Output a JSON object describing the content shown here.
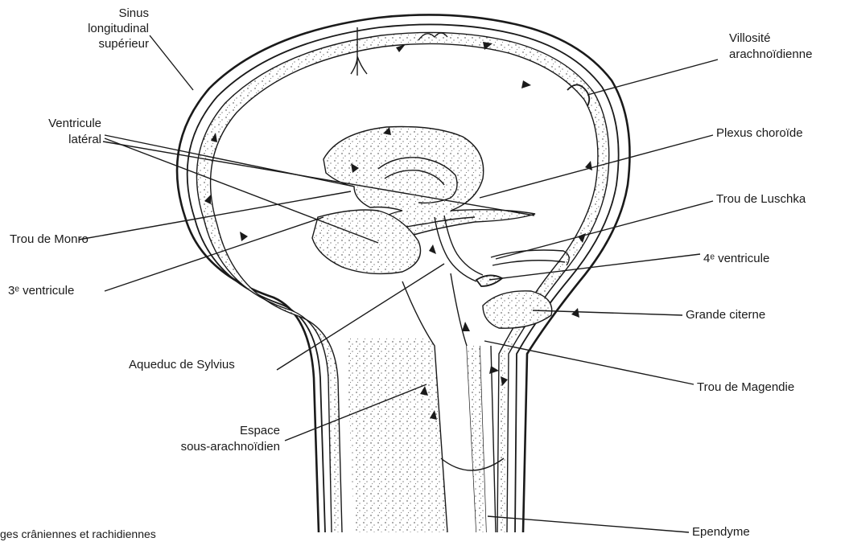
{
  "labels": {
    "sinus": [
      "Sinus",
      "longitudinal",
      "supérieur"
    ],
    "villosite": [
      "Villosité",
      "arachnoïdienne"
    ],
    "ventricule_lateral": [
      "Ventricule",
      "latéral"
    ],
    "plexus": "Plexus choroïde",
    "luschka": "Trou de Luschka",
    "monro": "Trou de Monro",
    "v4": "4ᵉ ventricule",
    "v3": "3ᵉ ventricule",
    "citerne": "Grande citerne",
    "aqueduc": "Aqueduc de Sylvius",
    "magendie": "Trou de Magendie",
    "espace": [
      "Espace",
      "sous-arachnoïdien"
    ],
    "ependyme": "Ependyme"
  },
  "caption": "ges crâniennes et rachidiennes"
}
